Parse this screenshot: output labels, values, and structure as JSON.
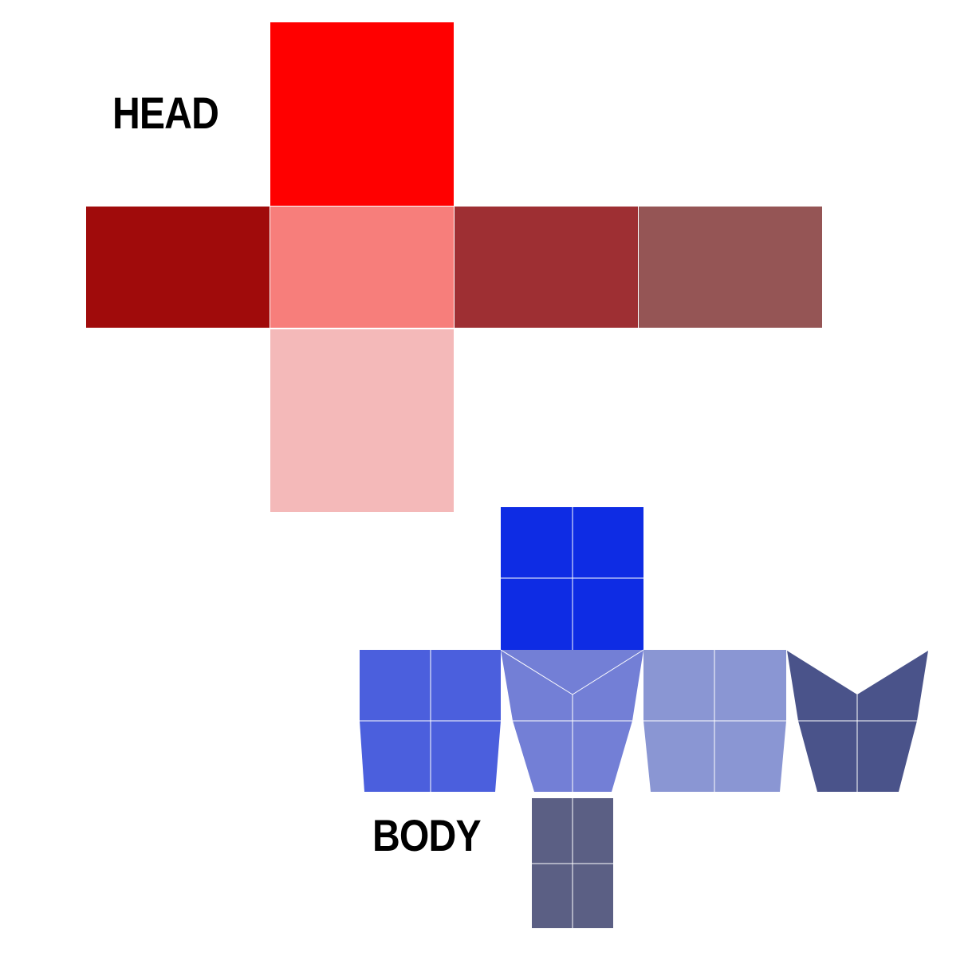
{
  "labels": {
    "head": "HEAD",
    "body": "BODY"
  },
  "head_faces": [
    {
      "face": "top",
      "color": "#ff0000"
    },
    {
      "face": "left",
      "color": "#a00b0b"
    },
    {
      "face": "front",
      "color": "#f77e7b"
    },
    {
      "face": "right",
      "color": "#9e2f33"
    },
    {
      "face": "back",
      "color": "#955555"
    },
    {
      "face": "bottom",
      "color": "#f4b9b9"
    }
  ],
  "body_faces": [
    {
      "face": "top",
      "color": "#0e2ce4"
    },
    {
      "face": "left",
      "color": "#4b5fdd"
    },
    {
      "face": "front",
      "color": "#737fd6"
    },
    {
      "face": "right",
      "color": "#8a96d3"
    },
    {
      "face": "back",
      "color": "#4a538a"
    },
    {
      "face": "bottom",
      "color": "#5b5f84"
    }
  ],
  "divider_color": "#ffffff"
}
